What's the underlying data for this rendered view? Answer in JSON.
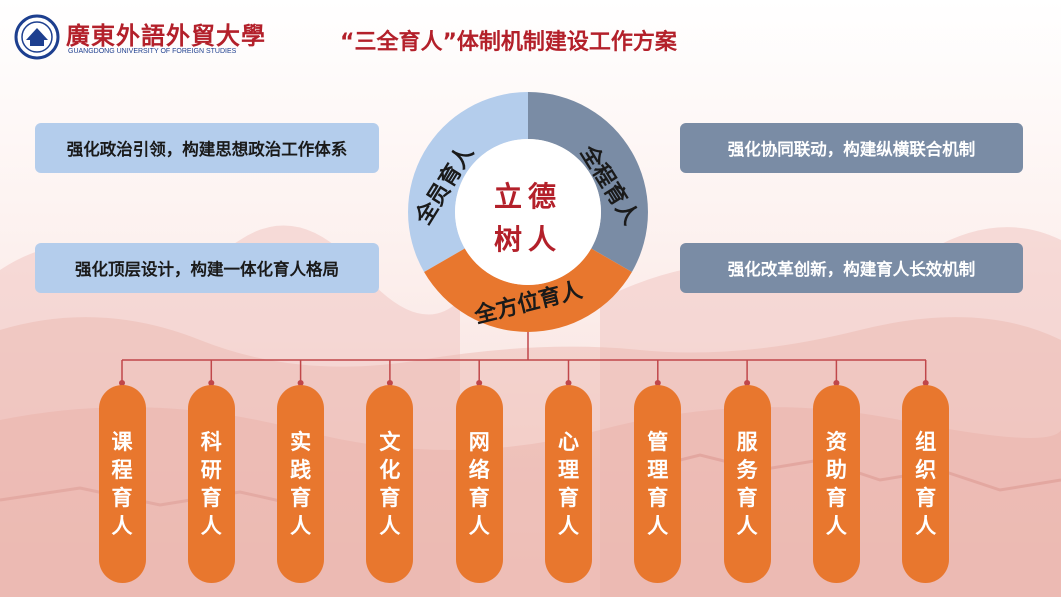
{
  "header": {
    "logo_cn": "廣東外語外貿大學",
    "logo_en": "GUANGDONG UNIVERSITY OF FOREIGN STUDIES",
    "title": "“三全育人”体制机制建设工作方案"
  },
  "center": {
    "line1": "立德",
    "line2": "树人",
    "segments": [
      "全员育人",
      "全程育人",
      "全方位育人"
    ]
  },
  "left_boxes": [
    "强化政治引领，构建思想政治工作体系",
    "强化顶层设计，构建一体化育人格局"
  ],
  "right_boxes": [
    "强化协同联动，构建纵横联合机制",
    "强化改革创新，构建育人长效机制"
  ],
  "pills": [
    "课程育人",
    "科研育人",
    "实践育人",
    "文化育人",
    "网络育人",
    "心理育人",
    "管理育人",
    "服务育人",
    "资助育人",
    "组织育人"
  ],
  "colors": {
    "red": "#b3202a",
    "orange": "#e8772e",
    "light_blue": "#b4cdec",
    "slate": "#7a8ca5",
    "connector": "#c0474a"
  }
}
